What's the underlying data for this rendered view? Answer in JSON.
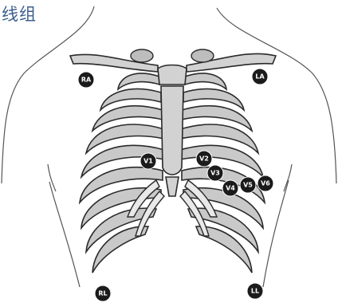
{
  "title": "线组",
  "electrodes": [
    {
      "id": "ra",
      "label": "RA"
    },
    {
      "id": "la",
      "label": "LA"
    },
    {
      "id": "v1",
      "label": "V1"
    },
    {
      "id": "v2",
      "label": "V2"
    },
    {
      "id": "v3",
      "label": "V3"
    },
    {
      "id": "v4",
      "label": "V4"
    },
    {
      "id": "v5",
      "label": "V5"
    },
    {
      "id": "v6",
      "label": "V6"
    },
    {
      "id": "rl",
      "label": "RL"
    },
    {
      "id": "ll",
      "label": "LL"
    }
  ]
}
